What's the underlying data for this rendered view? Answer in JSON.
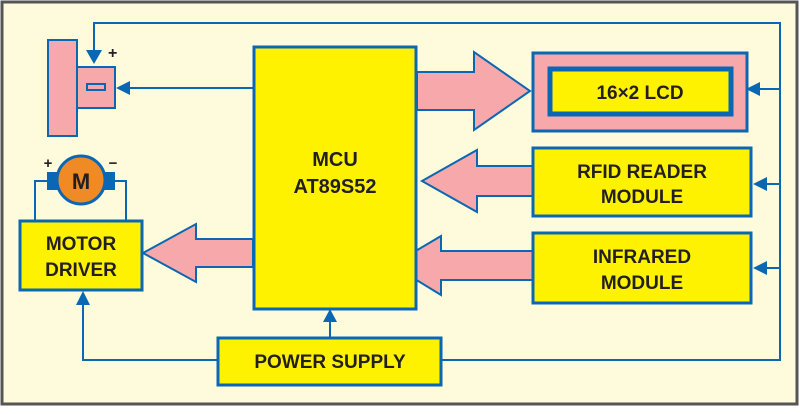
{
  "diagram": {
    "title": "RFID and infrared based motor control block diagram",
    "colors": {
      "background": "#fdfbdb",
      "block_fill": "#fff200",
      "block_stroke": "#0a67b3",
      "arrow_fill": "#f6a8ab",
      "line": "#0a67b3",
      "motor_fill": "#f08a24",
      "text": "#231f20"
    },
    "blocks": {
      "mcu": {
        "line1": "MCU",
        "line2": "AT89S52"
      },
      "lcd": {
        "label": "16×2 LCD"
      },
      "rfid": {
        "line1": "RFID READER",
        "line2": "MODULE"
      },
      "infrared": {
        "line1": "INFRARED",
        "line2": "MODULE"
      },
      "motor_driver": {
        "line1": "MOTOR",
        "line2": "DRIVER"
      },
      "power_supply": {
        "label": "POWER SUPPLY"
      },
      "motor": {
        "label": "M",
        "plus": "+",
        "minus": "−"
      },
      "buzzer": {
        "plus": "+"
      }
    },
    "connections": [
      {
        "from": "MCU",
        "to": "16×2 LCD",
        "type": "bus"
      },
      {
        "from": "RFID READER MODULE",
        "to": "MCU",
        "type": "bus"
      },
      {
        "from": "INFRARED MODULE",
        "to": "MCU",
        "type": "bus"
      },
      {
        "from": "MCU",
        "to": "MOTOR DRIVER",
        "type": "bus"
      },
      {
        "from": "MCU",
        "to": "buzzer",
        "type": "signal"
      },
      {
        "from": "POWER SUPPLY",
        "to": "MCU",
        "type": "power"
      },
      {
        "from": "POWER SUPPLY",
        "to": "MOTOR DRIVER",
        "type": "power"
      },
      {
        "from": "POWER SUPPLY",
        "to": "16×2 LCD",
        "type": "power"
      },
      {
        "from": "POWER SUPPLY",
        "to": "RFID READER MODULE",
        "type": "power"
      },
      {
        "from": "POWER SUPPLY",
        "to": "INFRARED MODULE",
        "type": "power"
      },
      {
        "from": "POWER SUPPLY",
        "to": "buzzer",
        "type": "power"
      },
      {
        "from": "MOTOR DRIVER",
        "to": "motor",
        "type": "wire"
      }
    ]
  }
}
